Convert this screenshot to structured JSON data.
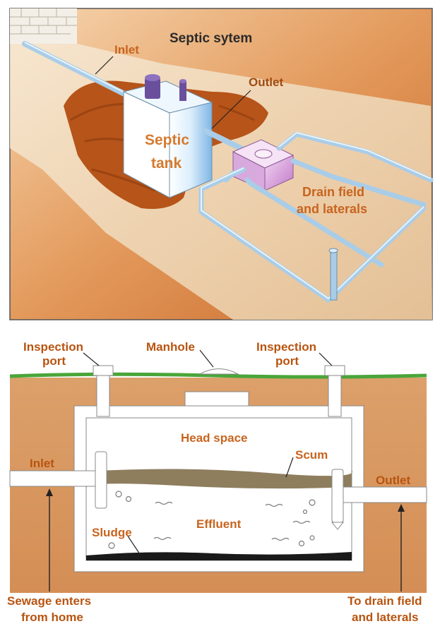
{
  "top_diagram": {
    "title": "Septic sytem",
    "labels": {
      "inlet": "Inlet",
      "outlet": "Outlet",
      "tank_line1": "Septic",
      "tank_line2": "tank",
      "drain_line1": "Drain field",
      "drain_line2": "and laterals"
    }
  },
  "bottom_diagram": {
    "labels": {
      "inspection_port_left_1": "Inspection",
      "inspection_port_left_2": "port",
      "manhole": "Manhole",
      "inspection_port_right_1": "Inspection",
      "inspection_port_right_2": "port",
      "head_space": "Head space",
      "scum": "Scum",
      "inlet": "Inlet",
      "outlet": "Outlet",
      "effluent": "Effluent",
      "sludge": "Sludge",
      "sewage_1": "Sewage enters",
      "sewage_2": "from home",
      "drain_1": "To drain field",
      "drain_2": "and laterals"
    }
  },
  "colors": {
    "soil": "#d9955a",
    "soil_dark": "#b85a1e",
    "grass": "#4aa53a",
    "pipe": "#a9cde8",
    "tank_wall": "#ffffff",
    "scum": "#8e7e5e",
    "sludge": "#1a1a1a",
    "label_orange": "#c8641e"
  }
}
